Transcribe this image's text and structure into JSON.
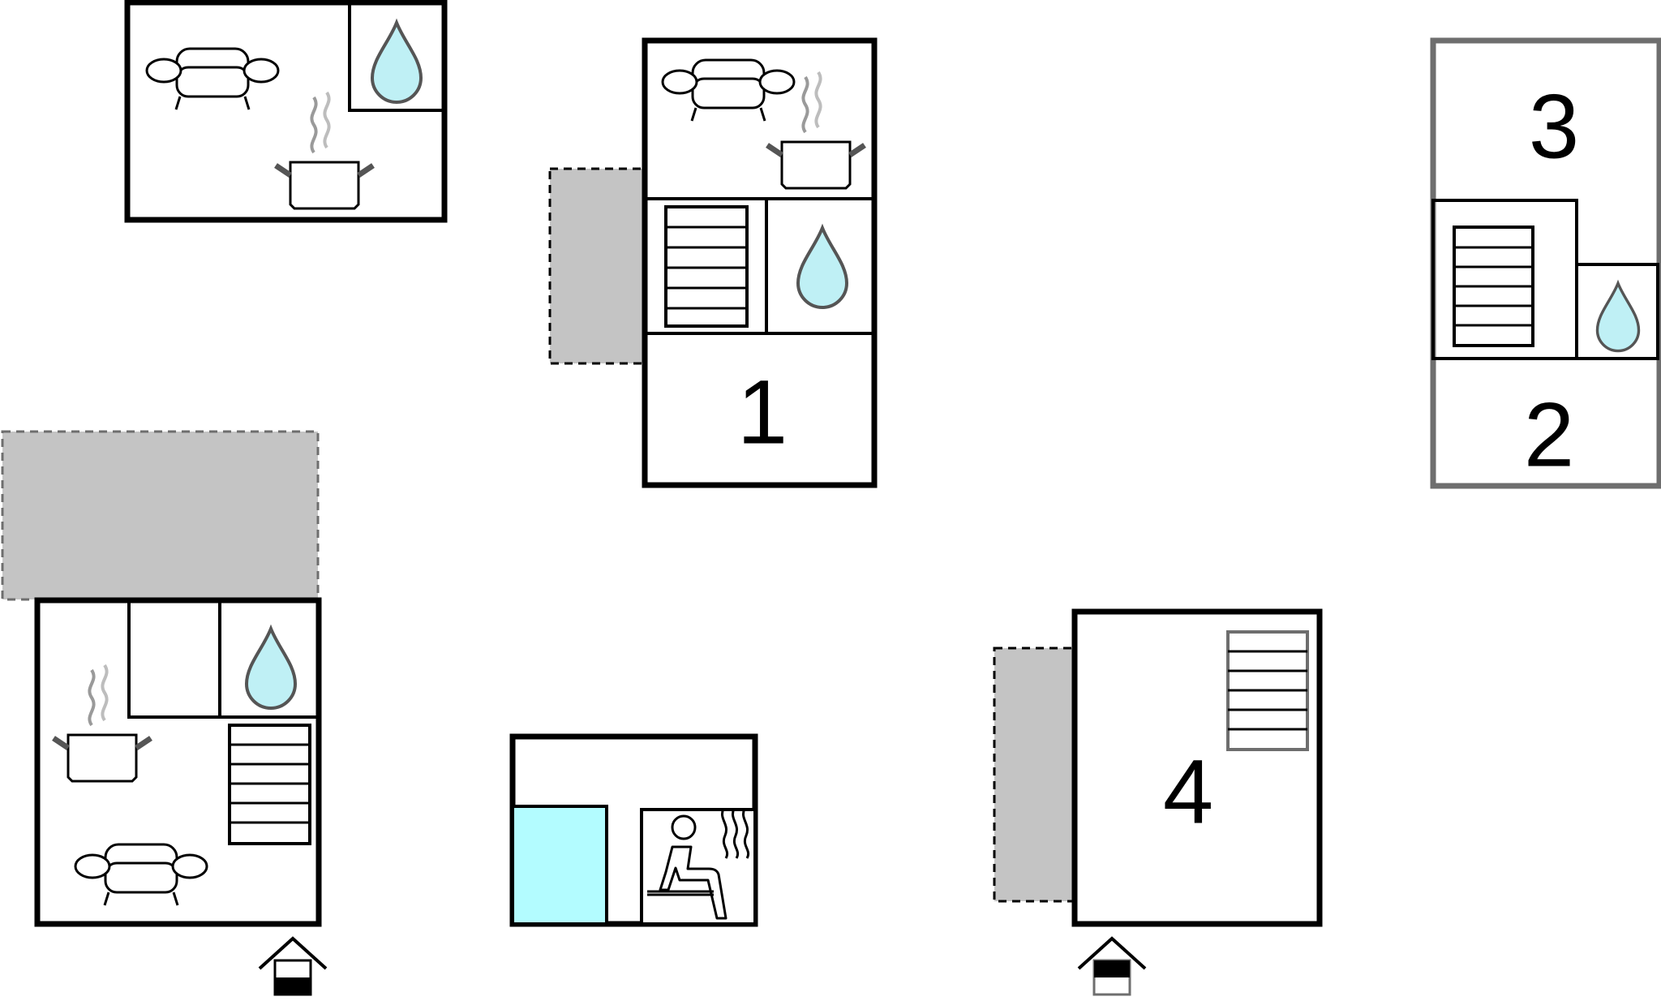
{
  "colors": {
    "wall": "#000000",
    "wall_grey": "#6e6e6e",
    "terrace": "#c4c4c4",
    "water": "#bff0f5",
    "pool": "#b3fcff",
    "steam": "#9a9a9a"
  },
  "rooms": {
    "room_1": "1",
    "room_2": "2",
    "room_3": "3",
    "room_4": "4"
  },
  "icons": {
    "sofa": "sofa-icon",
    "pot": "cooking-pot-icon",
    "drop": "water-drop-icon",
    "stairs": "stairs-icon",
    "sauna": "sauna-icon",
    "entrance": "entrance-icon"
  }
}
